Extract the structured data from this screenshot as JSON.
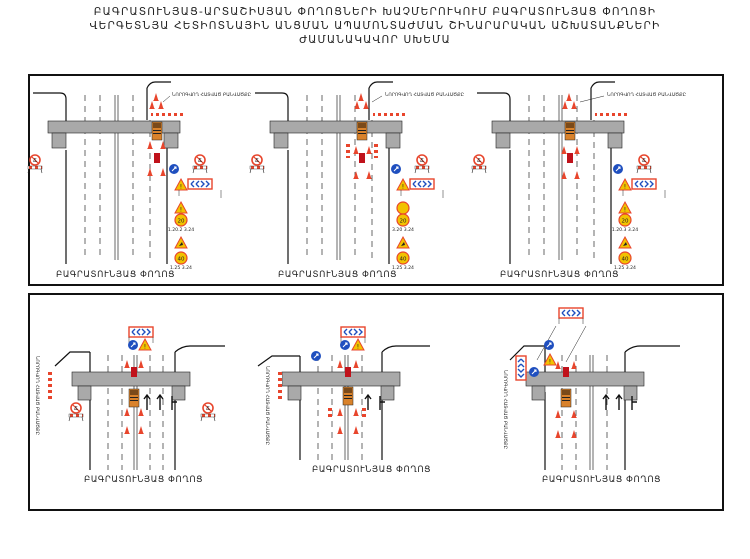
{
  "title": {
    "line1": "ԲԱԳՐԱՏՈՒՆՅԱՑ-ԱՐՏԱՇԻՍՅԱՆ ՓՈՂՈՑՆԵՐԻ ԽԱՉՄԵՐՈՒԿՈՒՄ ԲԱԳՐԱՏՈՒՆՅԱՑ ՓՈՂՈՑԻ",
    "line2": "ՎԵՐԳԵՏՆՅԱ ՀԵՏԻՈՏՆԱՅԻՆ ԱՆՑՄԱՆ ԱՊԱՄՈՆՏԱԺՄԱՆ ՇԻՆԱՐԱՐԱԿԱՆ ԱՇԽԱՏԱՆՔՆԵՐԻ",
    "line3": "ԺԱՄԱՆԱԿԱՎՈՐ ՍԽԵՄԱ"
  },
  "top_panel": {
    "schemes": [
      {
        "street_label": "ԲԱԳՐԱՏՈՒՆՅԱՑ ՓՈՂՈՑ",
        "callout": "ՆՈՐՈԳՎՈՂ ՀԱՏՎԱԾ ԲԱՆՎԱԾՔԸ",
        "sign_1": "1.20.2 3.24",
        "sign_2": "1.25 3.24",
        "speed_1": "20",
        "speed_2": "40"
      },
      {
        "street_label": "ԲԱԳՐԱՏՈՒՆՅԱՑ ՓՈՂՈՑ",
        "callout": "ՆՈՐՈԳՎՈՂ ՀԱՏՎԱԾ ԲԱՆՎԱԾՔԸ",
        "sign_1": "3.20 3.24",
        "sign_2": "1.25 3.24",
        "speed_1": "20",
        "speed_2": "40"
      },
      {
        "street_label": "ԲԱԳՐԱՏՈՒՆՅԱՑ ՓՈՂՈՑ",
        "callout": "ՆՈՐՈԳՎՈՂ ՀԱՏՎԱԾ ԲԱՆՎԱԾՔԸ",
        "sign_1": "1.20.3 3.24",
        "sign_2": "1.25 3.24",
        "speed_1": "20",
        "speed_2": "40"
      }
    ]
  },
  "bottom_panel": {
    "schemes": [
      {
        "street_label": "ԲԱԳՐԱՏՈՒՆՅԱՑ ՓՈՂՈՑ",
        "callout": "ՆՈՐՈԳՎՈՂ ՀԱՏՎԱԾ ԲԱՆՎԱԾՔԸ"
      },
      {
        "street_label": "ԲԱԳՐԱՏՈՒՆՅԱՑ ՓՈՂՈՑ",
        "callout": "ՆՈՐՈԳՎՈՂ ՀԱՏՎԱԾ ԲԱՆՎԱԾՔԸ"
      },
      {
        "street_label": "ԲԱԳՐԱՏՈՒՆՅԱՑ ՓՈՂՈՑ",
        "callout": "ՆՈՐՈԳՎՈՂ ՀԱՏՎԱԾ ԲԱՆՎԱԾՔԸ"
      }
    ]
  },
  "colors": {
    "barrier": "#e8452c",
    "sign_blue": "#1f4fbf",
    "sign_yellow": "#f2c200",
    "deck": "#a9a9a9",
    "truck": "#d9822b"
  }
}
